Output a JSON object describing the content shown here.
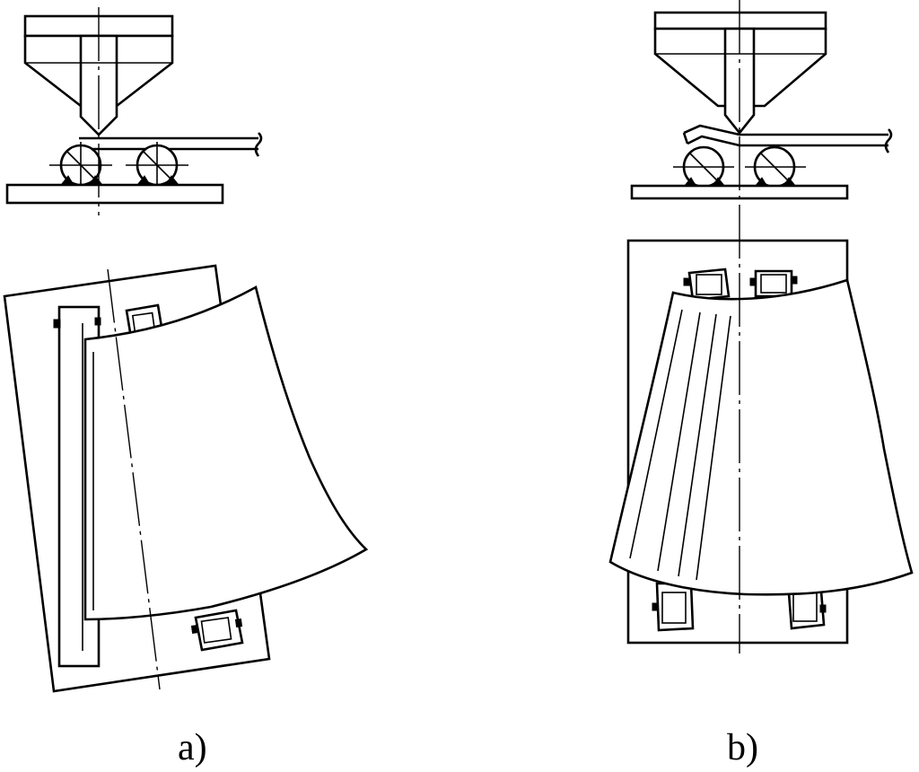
{
  "figure": {
    "panels": [
      {
        "id": "a",
        "label": "a)"
      },
      {
        "id": "b",
        "label": "b)"
      }
    ]
  }
}
